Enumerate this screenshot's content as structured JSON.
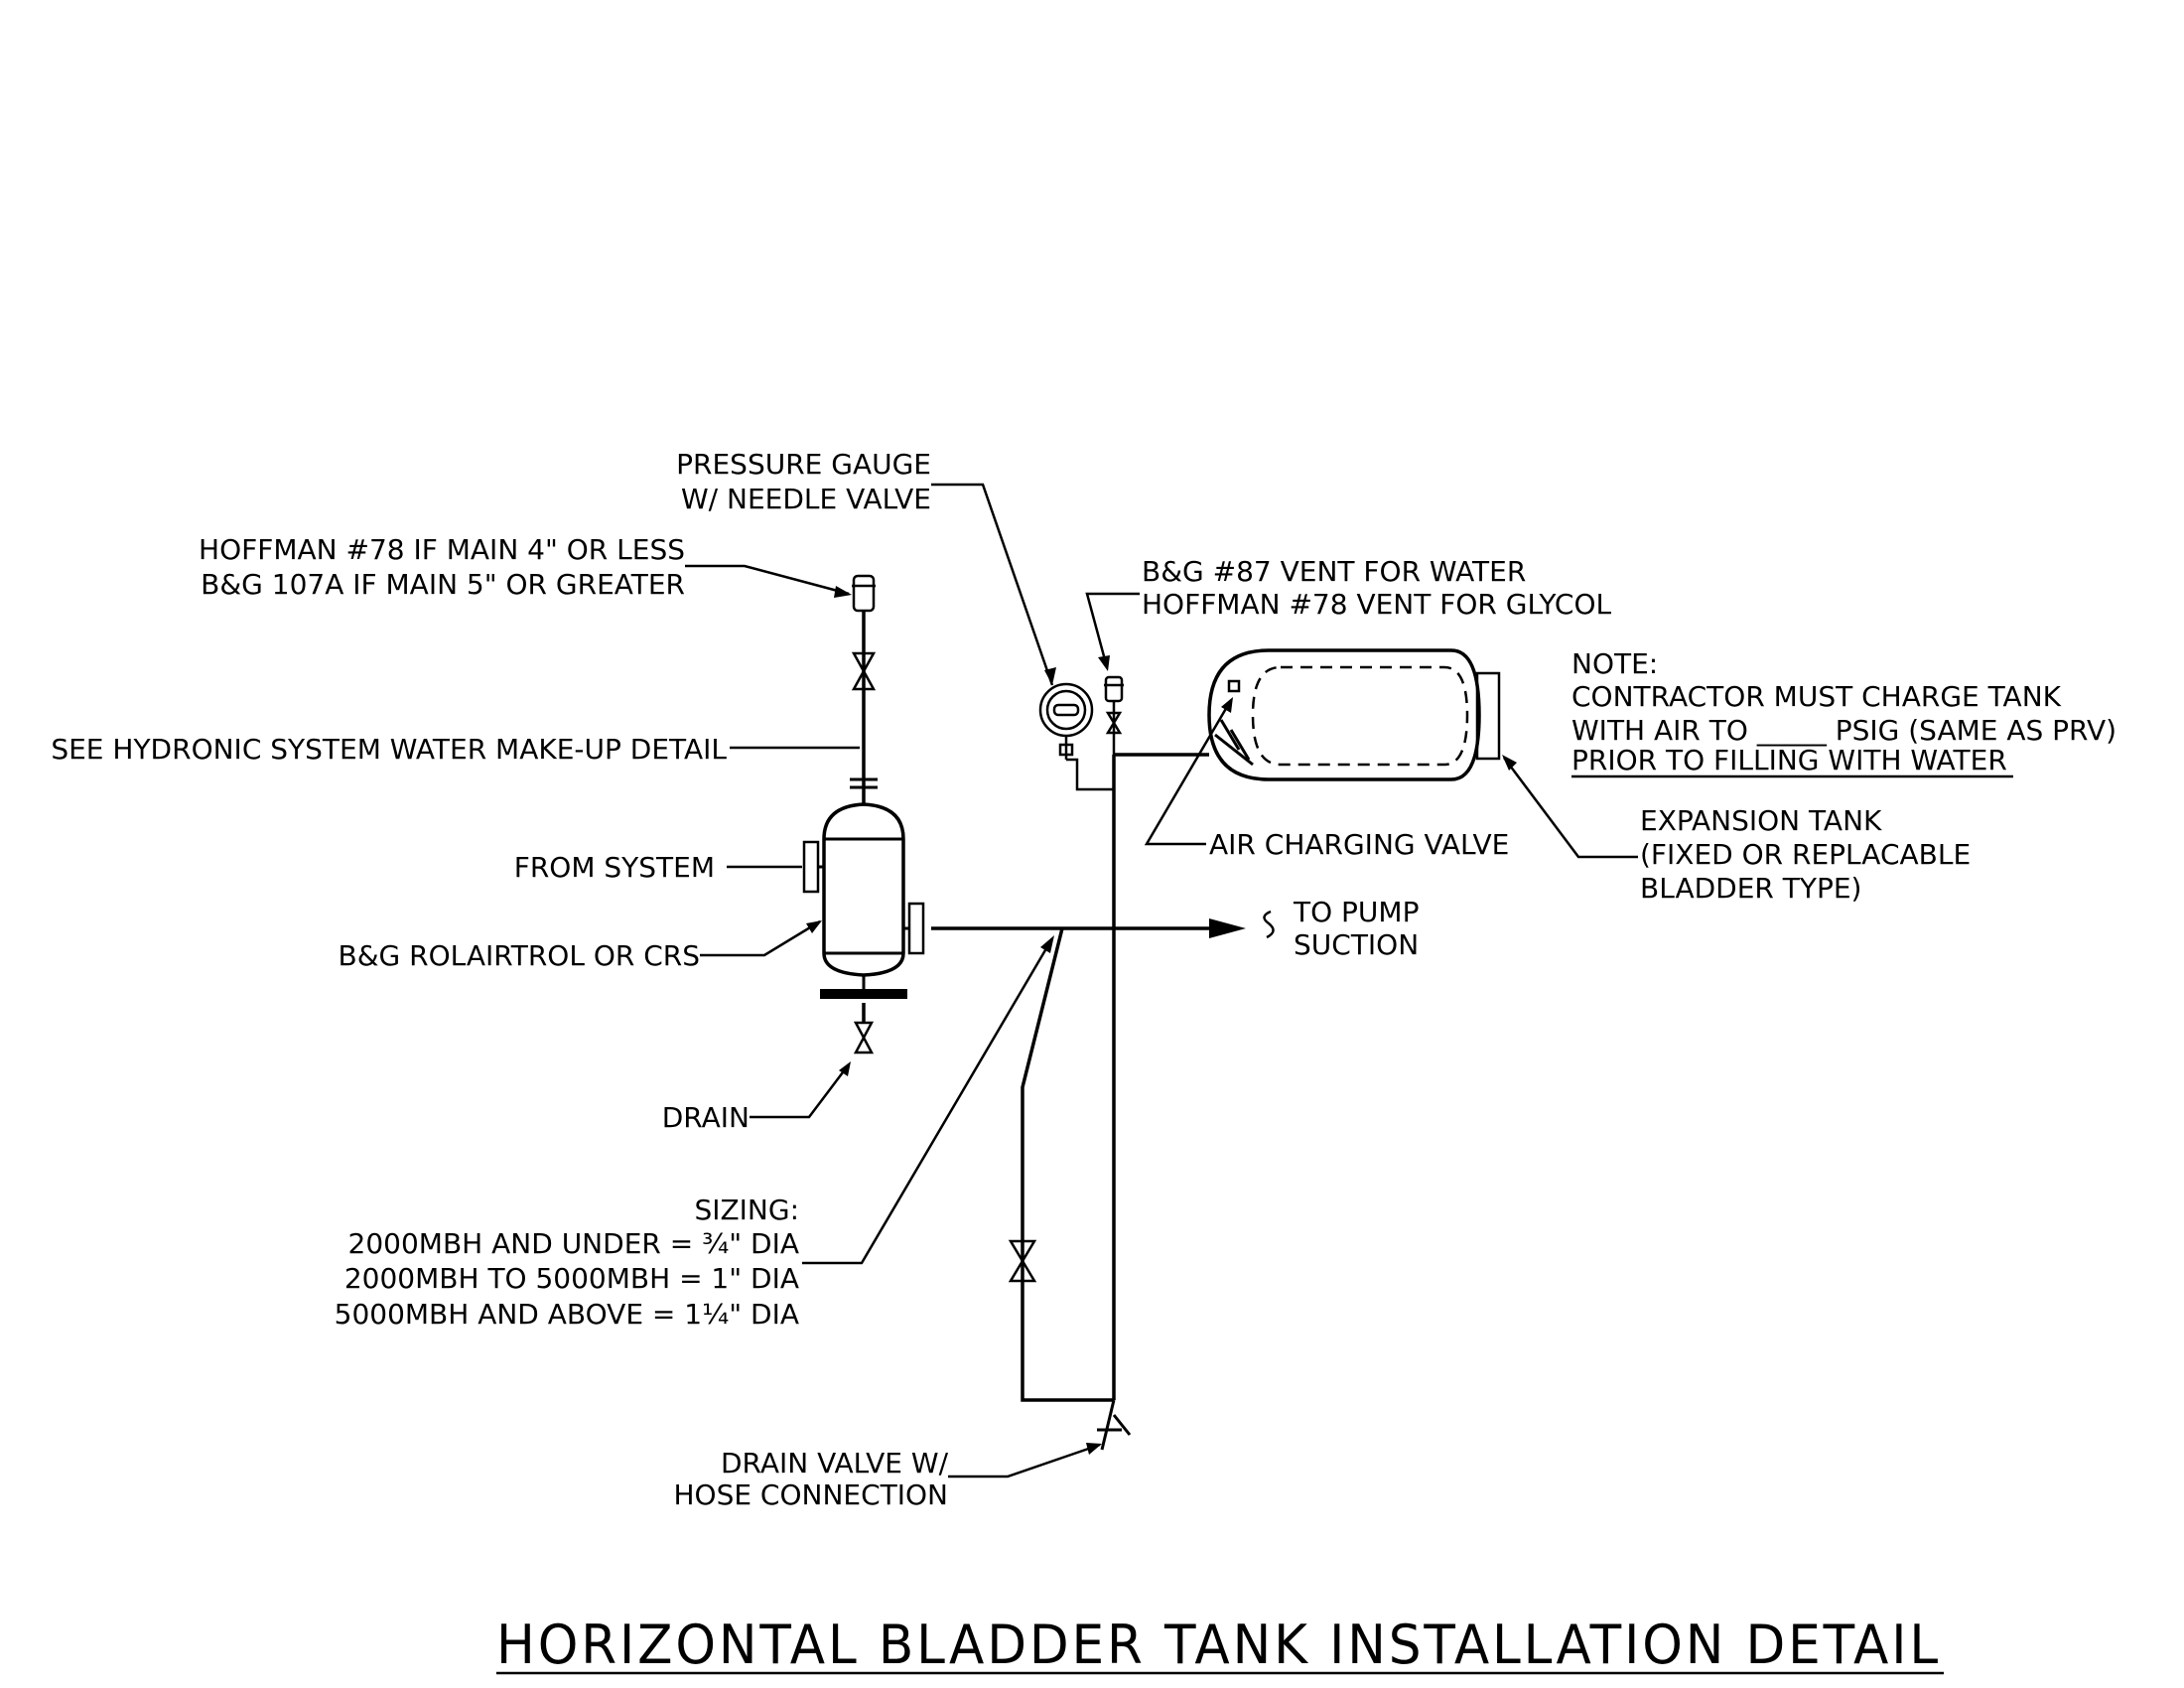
{
  "title": "HORIZONTAL BLADDER TANK INSTALLATION DETAIL",
  "labels": {
    "pressure_gauge": [
      "PRESSURE GAUGE",
      "W/ NEEDLE VALVE"
    ],
    "hoffman_vent": [
      "HOFFMAN #78 IF MAIN 4\" OR LESS",
      "B&G 107A IF MAIN 5\" OR GREATER"
    ],
    "bg_vent": [
      "B&G #87 VENT FOR WATER",
      "HOFFMAN #78 VENT FOR GLYCOL"
    ],
    "makeup": "SEE HYDRONIC SYSTEM WATER MAKE-UP DETAIL",
    "from_system": "FROM SYSTEM",
    "rolairtrol": "B&G ROLAIRTROL OR CRS",
    "drain": "DRAIN",
    "to_pump": [
      "TO PUMP",
      "SUCTION"
    ],
    "air_charging": "AIR CHARGING VALVE",
    "expansion_tank": [
      "EXPANSION TANK",
      "(FIXED OR REPLACABLE",
      "BLADDER TYPE)"
    ],
    "note": [
      "NOTE:",
      "CONTRACTOR MUST CHARGE TANK",
      "WITH AIR TO _____ PSIG (SAME AS PRV)",
      "PRIOR TO FILLING WITH WATER"
    ],
    "sizing": [
      "SIZING:",
      "2000MBH AND UNDER = ¾\" DIA",
      "2000MBH TO 5000MBH = 1\" DIA",
      "5000MBH AND ABOVE = 1¼\" DIA"
    ],
    "drain_valve": [
      "DRAIN VALVE W/",
      "HOSE CONNECTION"
    ]
  }
}
